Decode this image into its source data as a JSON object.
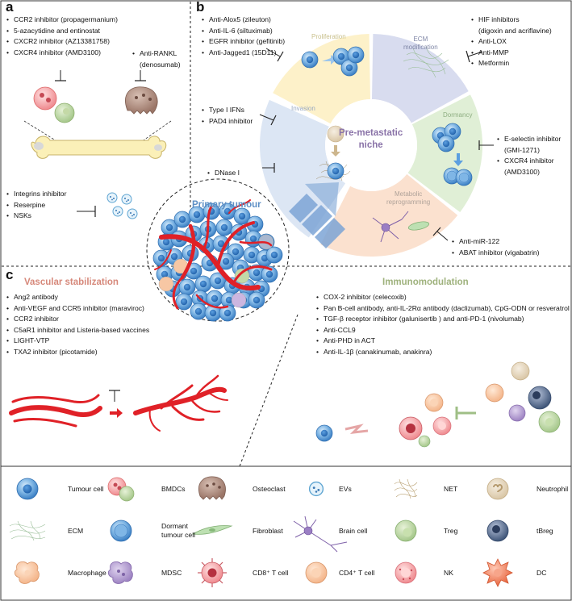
{
  "panels": {
    "a": "a",
    "b": "b",
    "c": "c"
  },
  "panel_a": {
    "list_top": [
      "CCR2 inhibitor (propagermanium)",
      "5-azacytidine and entinostat",
      "CXCR2 inhibitor (AZ13381758)",
      "CXCR4 inhibitor (AMD3100)"
    ],
    "anti_rankl": [
      "Anti-RANKL",
      "(denosumab)"
    ],
    "list_bottom": [
      "Integrins inhibitor",
      "Reserpine",
      "NSKs"
    ]
  },
  "panel_b": {
    "center": [
      "Pre-metastatic",
      "niche"
    ],
    "segments": {
      "proliferation": "Proliferation",
      "ecm": [
        "ECM",
        "modification"
      ],
      "dormancy": "Dormancy",
      "metabolic": [
        "Metabolic",
        "reprogramming"
      ],
      "invasion": "Invasion"
    },
    "proliferation_list": [
      "Anti-Alox5 (zileuton)",
      "Anti-IL-6 (siltuximab)",
      "EGFR inhibitor (gefitinib)",
      "Anti-Jagged1 (15D11)"
    ],
    "invasion_list": [
      "Type I IFNs",
      "PAD4 inhibitor"
    ],
    "dnase_list": [
      "DNase I"
    ],
    "ecm_list": [
      [
        "HIF inhibitors",
        "(digoxin and acriflavine)"
      ],
      "Anti-LOX",
      "Anti-MMP",
      "Metformin"
    ],
    "dormancy_list": [
      [
        "E-selectin inhibitor",
        "(GMI-1271)"
      ],
      [
        "CXCR4 inhibitor",
        "(AMD3100)"
      ]
    ],
    "metabolic_list": [
      "Anti-miR-122",
      "ABAT inhibitor (vigabatrin)"
    ],
    "primary_tumour": "Primary tumour"
  },
  "panel_c": {
    "vascular_title": "Vascular stabilization",
    "vascular_list": [
      "Ang2 antibody",
      "Anti-VEGF and CCR5 inhibitor (maraviroc)",
      "CCR2 inhibitor",
      "C5aR1 inhibitor and Listeria-based vaccines",
      "LIGHT-VTP",
      "TXA2 inhibitor (picotamide)"
    ],
    "immuno_title": "Immunomodulation",
    "immuno_list": [
      "COX-2 inhibitor (celecoxib)",
      "Pan B-cell antibody, anti-IL-2Rα antibody (daclizumab), CpG-ODN or resveratrol",
      "TGF-β receptor inhibitor (galunisertib ) and anti-PD-1 (nivolumab)",
      "Anti-CCL9",
      "Anti-PHD in ACT",
      "Anti-IL-1β (canakinumab, anakinra)"
    ]
  },
  "legend": [
    {
      "label": "Tumour cell",
      "icon": "tumour-cell-icon"
    },
    {
      "label": "BMDCs",
      "icon": "bmdcs-icon"
    },
    {
      "label": "Osteoclast",
      "icon": "osteoclast-icon"
    },
    {
      "label": "EVs",
      "icon": "evs-icon"
    },
    {
      "label": "NET",
      "icon": "net-icon"
    },
    {
      "label": "Neutrophil",
      "icon": "neutrophil-icon"
    },
    {
      "label": "ECM",
      "icon": "ecm-icon"
    },
    {
      "label": [
        "Dormant",
        "tumour cell"
      ],
      "icon": "dormant-tumour-cell-icon"
    },
    {
      "label": "Fibroblast",
      "icon": "fibroblast-icon"
    },
    {
      "label": "Brain cell",
      "icon": "brain-cell-icon"
    },
    {
      "label": "Treg",
      "icon": "treg-icon"
    },
    {
      "label": "tBreg",
      "icon": "tbreg-icon"
    },
    {
      "label": "Macrophage",
      "icon": "macrophage-icon"
    },
    {
      "label": "MDSC",
      "icon": "mdsc-icon"
    },
    {
      "label": "CD8⁺ T cell",
      "icon": "cd8-t-cell-icon"
    },
    {
      "label": "CD4⁺ T cell",
      "icon": "cd4-t-cell-icon"
    },
    {
      "label": "NK",
      "icon": "nk-icon"
    },
    {
      "label": "DC",
      "icon": "dc-icon"
    }
  ],
  "colors": {
    "proliferation": "#fdf1c9",
    "ecm": "#d8dcef",
    "dormancy": "#e0efd6",
    "metabolic": "#fbe1cf",
    "invasion": "#dce6f4",
    "center_text": "#8a73a8",
    "primary_title": "#5d8fc5",
    "vascular_title": "#d6887a",
    "immuno_title": "#9fb27d",
    "vessel": "#e02127",
    "tumour_cell": "#4f93d4"
  }
}
